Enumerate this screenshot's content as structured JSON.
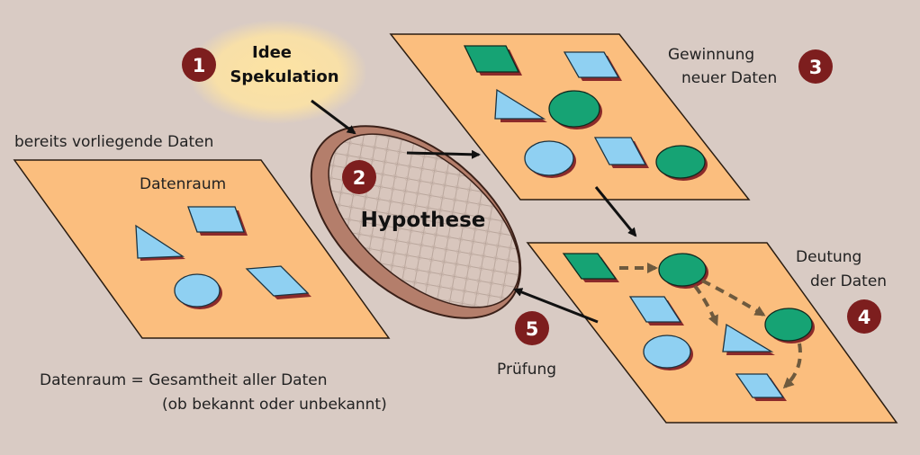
{
  "steps": {
    "one": {
      "number": "1",
      "title_line1": "Idee",
      "title_line2": "Spekulation"
    },
    "two": {
      "number": "2",
      "label": "Hypothese"
    },
    "three": {
      "number": "3",
      "label_line1": "Gewinnung",
      "label_line2": "neuer Daten"
    },
    "four": {
      "number": "4",
      "label_line1": "Deutung",
      "label_line2": "der Daten"
    },
    "five": {
      "number": "5",
      "label": "Prüfung"
    }
  },
  "left_panel": {
    "caption": "bereits vorliegende Daten",
    "title": "Datenraum"
  },
  "footnote": {
    "line1": "Datenraum = Gesamtheit aller Daten",
    "line2": "(ob bekannt oder unbekannt)"
  },
  "colors": {
    "background": "#d9cbc4",
    "panel": "#fbbe7e",
    "shape_blue": "#8fd0f2",
    "shape_green": "#16a374",
    "shape_shadow": "#8b2a2a",
    "badge": "#7d1e1e",
    "sieve_rim": "#b47e6b",
    "glow": "#fde3a3",
    "arrow_dashed": "#6e5a3e"
  }
}
